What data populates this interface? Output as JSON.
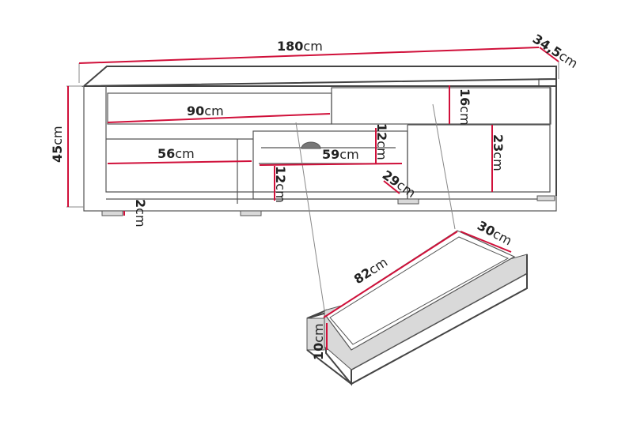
{
  "dimensions": {
    "total_width": {
      "value": "180",
      "unit": "cm"
    },
    "depth": {
      "value": "34,5",
      "unit": "cm"
    },
    "total_height": {
      "value": "45",
      "unit": "cm"
    },
    "flap_width": {
      "value": "90",
      "unit": "cm"
    },
    "flap_height": {
      "value": "16",
      "unit": "cm"
    },
    "left_shelf_width": {
      "value": "56",
      "unit": "cm"
    },
    "middle_shelf_width": {
      "value": "59",
      "unit": "cm"
    },
    "middle_top_height": {
      "value": "12",
      "unit": "cm"
    },
    "middle_bottom_height": {
      "value": "12",
      "unit": "cm"
    },
    "right_compartment_height": {
      "value": "23",
      "unit": "cm"
    },
    "middle_depth": {
      "value": "29",
      "unit": "cm"
    },
    "feet_height": {
      "value": "2",
      "unit": "cm"
    },
    "drawer_length": {
      "value": "82",
      "unit": "cm"
    },
    "drawer_depth": {
      "value": "30",
      "unit": "cm"
    },
    "drawer_height": {
      "value": "10",
      "unit": "cm"
    }
  },
  "colors": {
    "dimension_line": "#d0103a",
    "outline": "#555555"
  }
}
